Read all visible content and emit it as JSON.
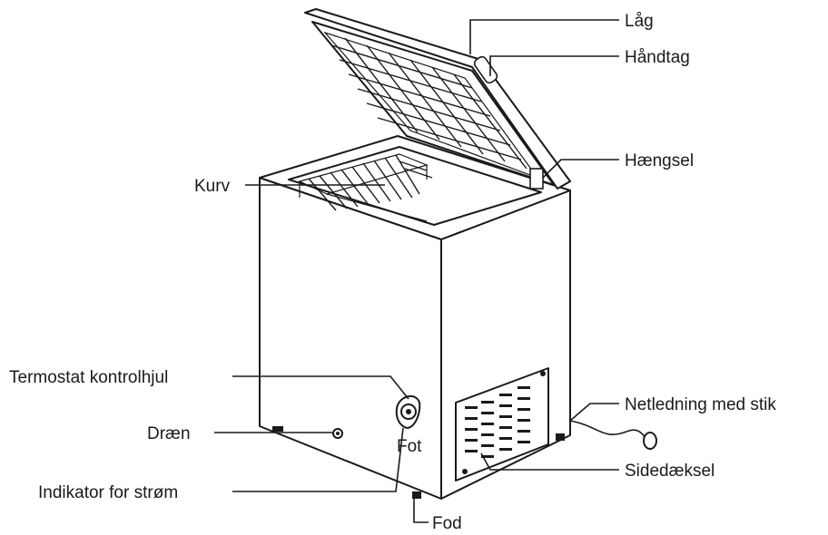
{
  "diagram": {
    "labels": {
      "lid": "Låg",
      "handle": "Håndtag",
      "hinge": "Hængsel",
      "basket": "Kurv",
      "thermostat": "Termostat kontrolhjul",
      "drain": "Dræn",
      "power_indicator": "Indikator for strøm",
      "power_cord": "Netledning med stik",
      "side_cover": "Sidedæksel",
      "foot": "Fod",
      "fot_overlay": "Fot"
    }
  }
}
